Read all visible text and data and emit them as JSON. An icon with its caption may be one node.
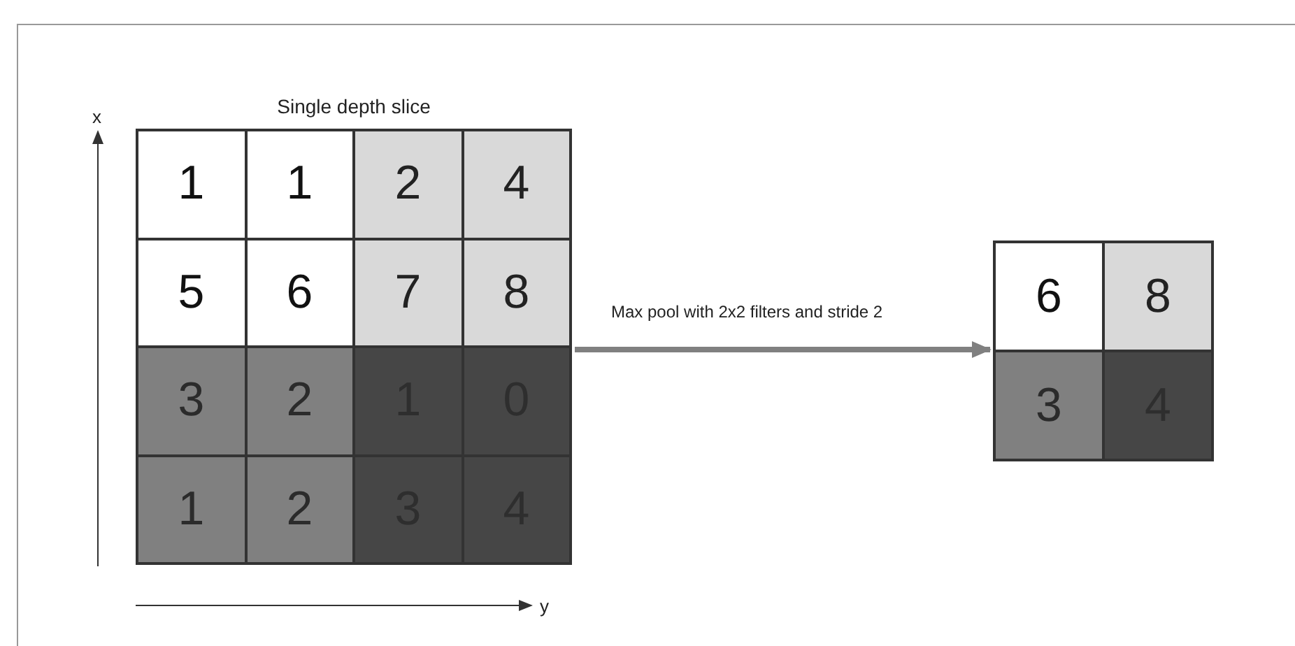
{
  "diagram": {
    "nodes": [
      {
        "text": [
          "Single depth slice"
        ]
      },
      {
        "text": [
          "1"
        ],
        "in": 0
      },
      {
        "text": [
          "1"
        ],
        "in": 0
      },
      {
        "text": [
          "2"
        ],
        "in": 0
      },
      {
        "text": [
          "4"
        ],
        "in": 0
      },
      {
        "text": [
          "5"
        ],
        "in": 0
      },
      {
        "text": [
          "6"
        ],
        "in": 0
      },
      {
        "text": [
          "7"
        ],
        "in": 0
      },
      {
        "text": [
          "8"
        ],
        "in": 0
      },
      {
        "text": [
          "3"
        ],
        "in": 0
      },
      {
        "text": [
          "2"
        ],
        "in": 0
      },
      {
        "text": [
          "1"
        ],
        "in": 0
      },
      {
        "text": [
          "0"
        ],
        "in": 0
      },
      {
        "text": [
          "1"
        ],
        "in": 0
      },
      {
        "text": [
          "2"
        ],
        "in": 0
      },
      {
        "text": [
          "3"
        ],
        "in": 0
      },
      {
        "text": [
          "4"
        ],
        "in": 0
      },
      {
        "text": [],
        "shape": "box"
      },
      {
        "text": [
          "6"
        ],
        "in": 17
      },
      {
        "text": [
          "8"
        ],
        "in": 17
      },
      {
        "text": [
          "3"
        ],
        "in": 17
      },
      {
        "text": [
          "4"
        ],
        "in": 17
      }
    ],
    "edges": [
      {
        "from": 0,
        "to": 17,
        "arrow": "to",
        "label": "Max pool with 2x2 filters and stride 2"
      }
    ],
    "labels": [
      "x",
      "y"
    ]
  }
}
